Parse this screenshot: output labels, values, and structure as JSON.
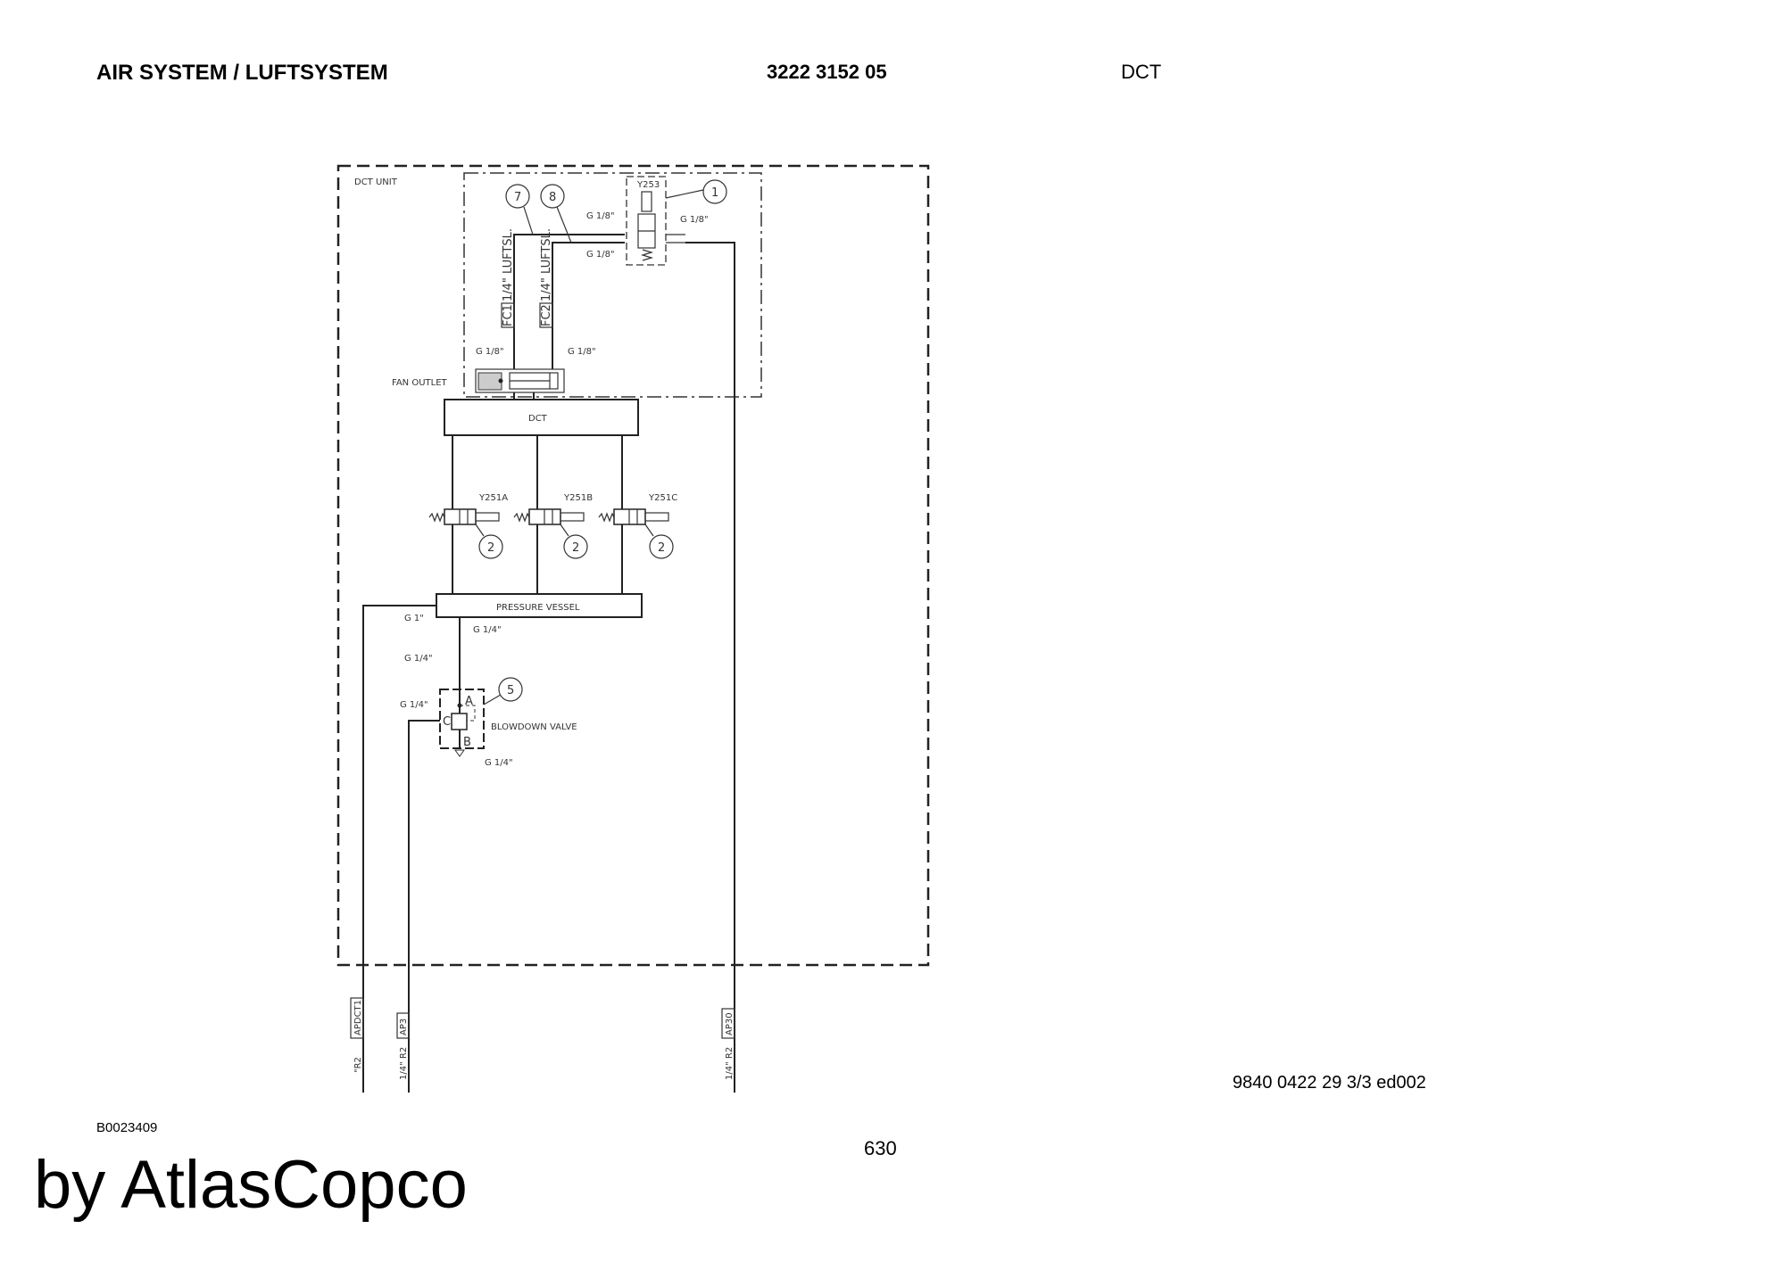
{
  "header": {
    "title": "AIR SYSTEM / LUFTSYSTEM",
    "part_number": "3222 3152 05",
    "section": "DCT"
  },
  "diagram": {
    "unit_label": "DCT UNIT",
    "fan_outlet": "FAN OUTLET",
    "dct": "DCT",
    "pressure_vessel": "PRESSURE VESSEL",
    "blowdown_valve": "BLOWDOWN VALVE",
    "y253": "Y253",
    "valves": [
      "Y251A",
      "Y251B",
      "Y251C"
    ],
    "callouts": {
      "c1": "1",
      "c2": "2",
      "c5": "5",
      "c7": "7",
      "c8": "8"
    },
    "pipes": {
      "fc1": "FC1",
      "fc2": "FC2",
      "pipe_7": "1/4\" LUFTSL.",
      "pipe_8": "1/4\" LUFTSL."
    },
    "fittings": {
      "g18": "G 1/8\"",
      "g14": "G 1/4\"",
      "g1": "G 1\""
    },
    "ports": {
      "a": "A",
      "b": "B",
      "c": "C"
    },
    "connections": [
      {
        "tag": "APDCT1",
        "size": "\"R2"
      },
      {
        "tag": "AP3",
        "size": "1/4\" R2"
      },
      {
        "tag": "AP30",
        "size": "1/4\" R2"
      }
    ]
  },
  "footer": {
    "doc_ref": "9840 0422 29 3/3 ed002",
    "drawing_id": "B0023409",
    "page": "630",
    "brand": "by AtlasCopco"
  }
}
